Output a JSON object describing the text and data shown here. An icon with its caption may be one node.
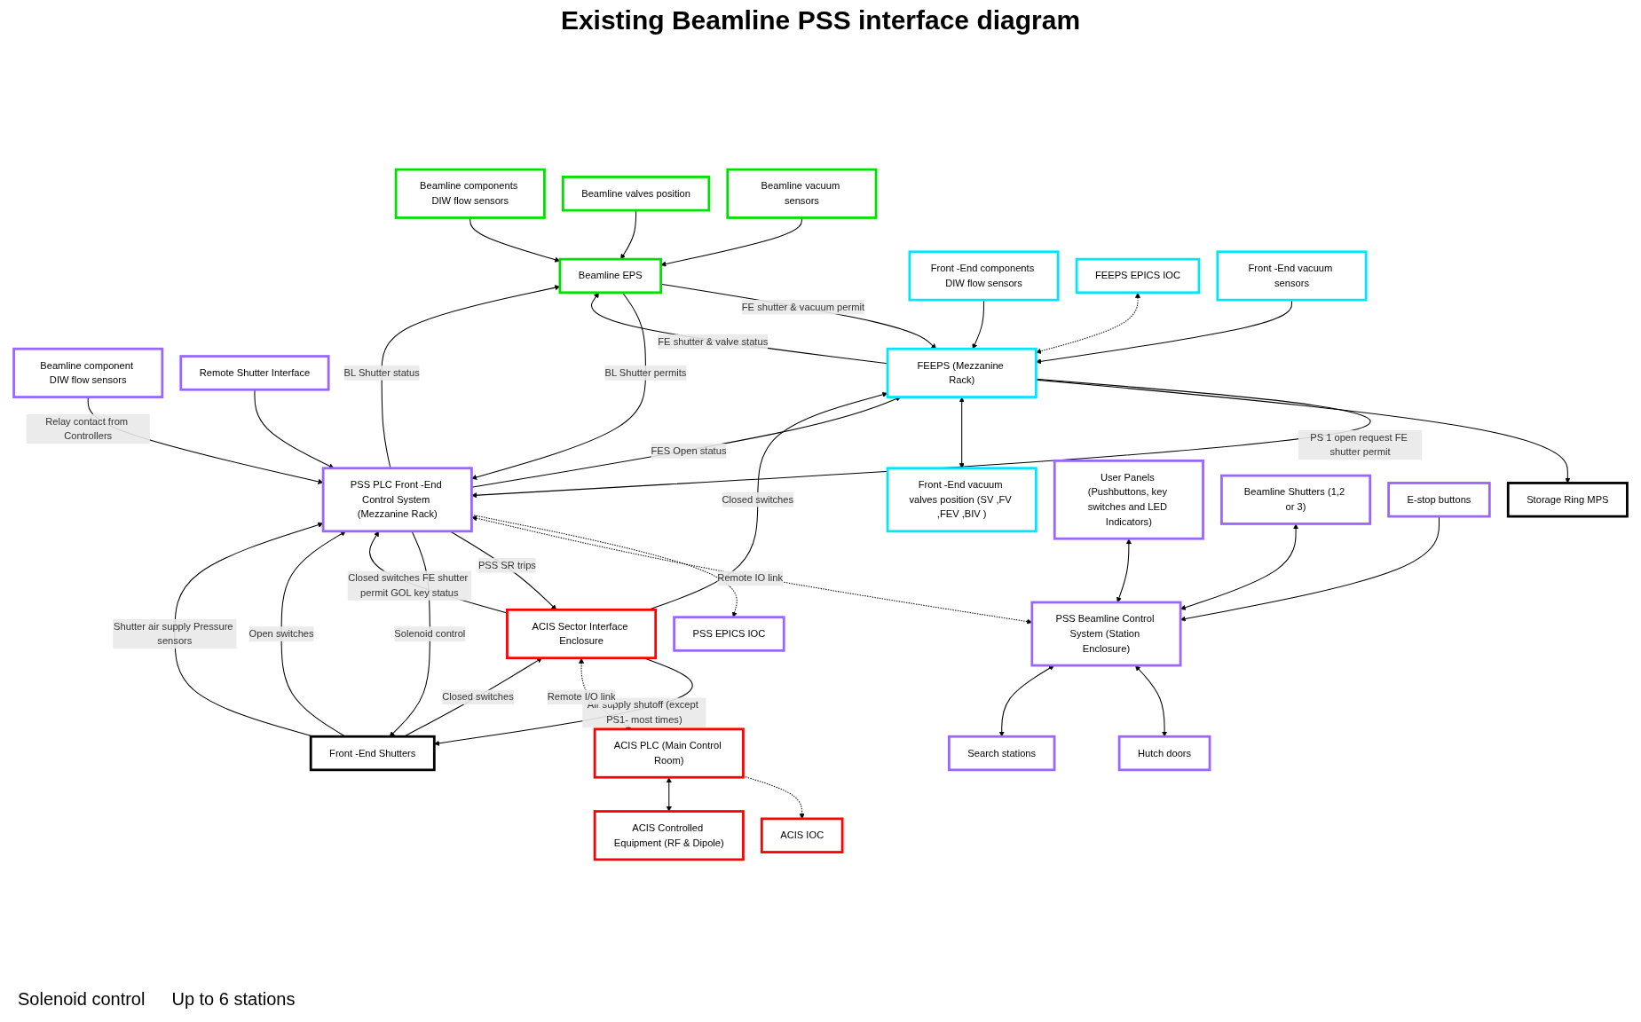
{
  "diagram": {
    "title": "Existing Beamline PSS interface diagram",
    "nodes": [
      {
        "text": [
          "Beamline vacuum sensors"
        ]
      },
      {
        "text": [
          "Beamline valves position"
        ]
      },
      {
        "text": [
          "Beamline components DIW flow sensors"
        ]
      },
      {
        "text": [
          "Beamline EPS"
        ]
      },
      {
        "text": [
          "Beamline component DIW flow sensors"
        ]
      },
      {
        "text": [
          "PSS EPICS IOC"
        ]
      },
      {
        "text": [
          "Remote Shutter Interface"
        ]
      },
      {
        "text": [
          "PSS PLC Front -End Control System (Mezzanine Rack)"
        ]
      },
      {
        "text": [
          "Storage Ring MPS"
        ]
      },
      {
        "text": [
          "Front -End components DIW flow sensors"
        ]
      },
      {
        "text": [
          "FEEPS (Mezzanine Rack)"
        ]
      },
      {
        "text": [
          "FEEPS EPICS IOC"
        ]
      },
      {
        "text": [
          "Front -End vacuum sensors"
        ]
      },
      {
        "text": [
          "Front -End vacuum valves position (SV ,FV ,FEV ,BIV )"
        ]
      },
      {
        "text": [
          "User Panels (Pushbuttons, key switches and LED Indicators)"
        ]
      },
      {
        "text": [
          "Beamline Shutters (1,2 or 3)"
        ]
      },
      {
        "text": [
          "PSS Beamline Control System (Station Enclosure)"
        ]
      },
      {
        "text": [
          "Hutch doors"
        ]
      },
      {
        "text": [
          "Search stations"
        ]
      },
      {
        "text": [
          "E-stop buttons"
        ]
      },
      {
        "text": [
          "ACIS Sector Interface Enclosure"
        ]
      },
      {
        "text": [
          "Front -End Shutters"
        ]
      },
      {
        "text": [
          "ACIS IOC"
        ]
      },
      {
        "text": [
          "ACIS PLC (Main Control Room)"
        ]
      },
      {
        "text": [
          "ACIS Controlled Equipment (RF & Dipole)"
        ]
      }
    ],
    "edges": [
      {
        "from": 0,
        "to": 3,
        "arrow": "to"
      },
      {
        "from": 1,
        "to": 3,
        "arrow": "to"
      },
      {
        "from": 2,
        "to": 3,
        "arrow": "to"
      },
      {
        "from": 10,
        "to": 3,
        "arrow": "to",
        "label": "FE shutter & valve status"
      },
      {
        "from": 3,
        "to": 10,
        "arrow": "to",
        "label": "FE shutter & vacuum permit"
      },
      {
        "from": 3,
        "to": 7,
        "arrow": "to",
        "label": "BL Shutter permits"
      },
      {
        "from": 7,
        "to": 3,
        "arrow": "to",
        "label": "BL Shutter status"
      },
      {
        "from": 4,
        "to": 7,
        "arrow": "to",
        "label": "Relay contact from Controllers"
      },
      {
        "from": 7,
        "to": 5,
        "arrow": "to",
        "style": "dashed"
      },
      {
        "from": 6,
        "to": 7,
        "arrow": "to"
      },
      {
        "from": 10,
        "to": 7,
        "arrow": "to",
        "label": "PS 1 open request FE shutter permit"
      },
      {
        "from": 7,
        "to": 10,
        "arrow": "to",
        "label": "FES Open status"
      },
      {
        "from": 10,
        "to": 8,
        "arrow": "to"
      },
      {
        "from": 9,
        "to": 10,
        "arrow": "to"
      },
      {
        "from": 12,
        "to": 10,
        "arrow": "to"
      },
      {
        "from": 10,
        "to": 13,
        "arrow": "both"
      },
      {
        "from": 11,
        "to": 10,
        "arrow": "both",
        "style": "dashed"
      },
      {
        "from": 7,
        "to": 16,
        "arrow": "both",
        "style": "dashed",
        "label": "Remote IO link"
      },
      {
        "from": 14,
        "to": 16,
        "arrow": "both"
      },
      {
        "from": 15,
        "to": 16,
        "arrow": "both"
      },
      {
        "from": 16,
        "to": 17,
        "arrow": "both"
      },
      {
        "from": 16,
        "to": 18,
        "arrow": "both"
      },
      {
        "from": 19,
        "to": 16,
        "arrow": "to"
      },
      {
        "from": 20,
        "to": 7,
        "arrow": "to",
        "label": "Closed switches FE shutter permit GOL key status"
      },
      {
        "from": 7,
        "to": 20,
        "arrow": "to",
        "label": "PSS SR trips"
      },
      {
        "from": 7,
        "to": 21,
        "arrow": "to",
        "label": "Solenoid control"
      },
      {
        "from": 21,
        "to": 7,
        "arrow": "to",
        "label": "Open switches"
      },
      {
        "from": 21,
        "to": 7,
        "arrow": "to",
        "label": "Shutter air supply Pressure sensors"
      },
      {
        "from": 21,
        "to": 20,
        "arrow": "to",
        "label": "Closed switches"
      },
      {
        "from": 20,
        "to": 21,
        "arrow": "to",
        "label": "Air supply shutoff (except PS1- most times)"
      },
      {
        "from": 20,
        "to": 10,
        "arrow": "to",
        "label": "Closed switches"
      },
      {
        "from": 20,
        "to": 23,
        "arrow": "both",
        "style": "dashed",
        "label": "Remote I/O link"
      },
      {
        "from": 23,
        "to": 22,
        "arrow": "to",
        "style": "dashed"
      },
      {
        "from": 23,
        "to": 24,
        "arrow": "both"
      }
    ],
    "labels": [
      "Solenoid control",
      "Up to 6 stations"
    ]
  }
}
